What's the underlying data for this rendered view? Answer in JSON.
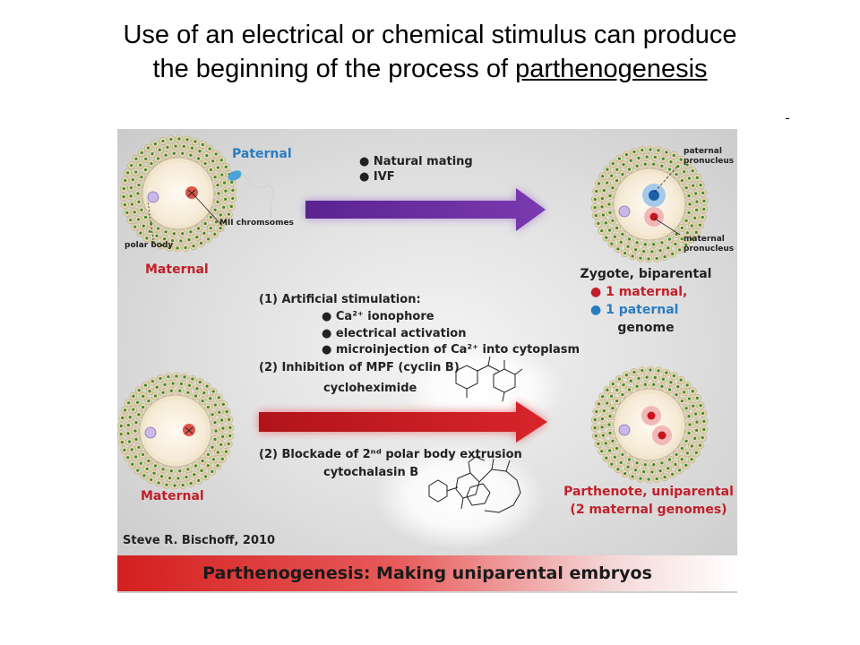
{
  "slide": {
    "title_prefix": "Use of an electrical or chemical stimulus can produce",
    "title_line2_prefix": "the beginning of the process of ",
    "title_underlined": "parthenogenesis"
  },
  "figure": {
    "paternal": "Paternal",
    "maternal_top": "Maternal",
    "maternal_bottom": "Maternal",
    "polar_body": "polar body",
    "mii_chromosomes": "MII chromsomes",
    "paternal_pronucleus": [
      "paternal",
      "pronucleus"
    ],
    "maternal_pronucleus": [
      "maternal",
      "pronucleus"
    ],
    "mating_list": [
      "Natural mating",
      "IVF"
    ],
    "stimulation": {
      "heading": "(1) Artificial stimulation:",
      "items": [
        "Ca²⁺ ionophore",
        "electrical activation",
        "microinjection of Ca²⁺ into cytoplasm"
      ],
      "inhibition": "(2) Inhibition of MPF (cyclin B)",
      "inhibition_item": "cycloheximide",
      "blockade": "(2) Blockade of 2ⁿᵈ polar body extrusion",
      "blockade_item": "cytochalasin B"
    },
    "zygote": {
      "title": "Zygote, biparental",
      "maternal": "1 maternal,",
      "paternal": "1 paternal",
      "genome": "genome"
    },
    "parthenote": {
      "line1": "Parthenote, uniparental",
      "line2": "(2 maternal genomes)"
    },
    "credit": "Steve R. Bischoff, 2010",
    "banner": "Parthenogenesis:  Making uniparental embryos"
  },
  "colors": {
    "maternal_red": "#c0202a",
    "paternal_blue": "#2a7cc0",
    "purple_arrow": "#6a2d9e",
    "red_arrow": "#c81e1e"
  }
}
